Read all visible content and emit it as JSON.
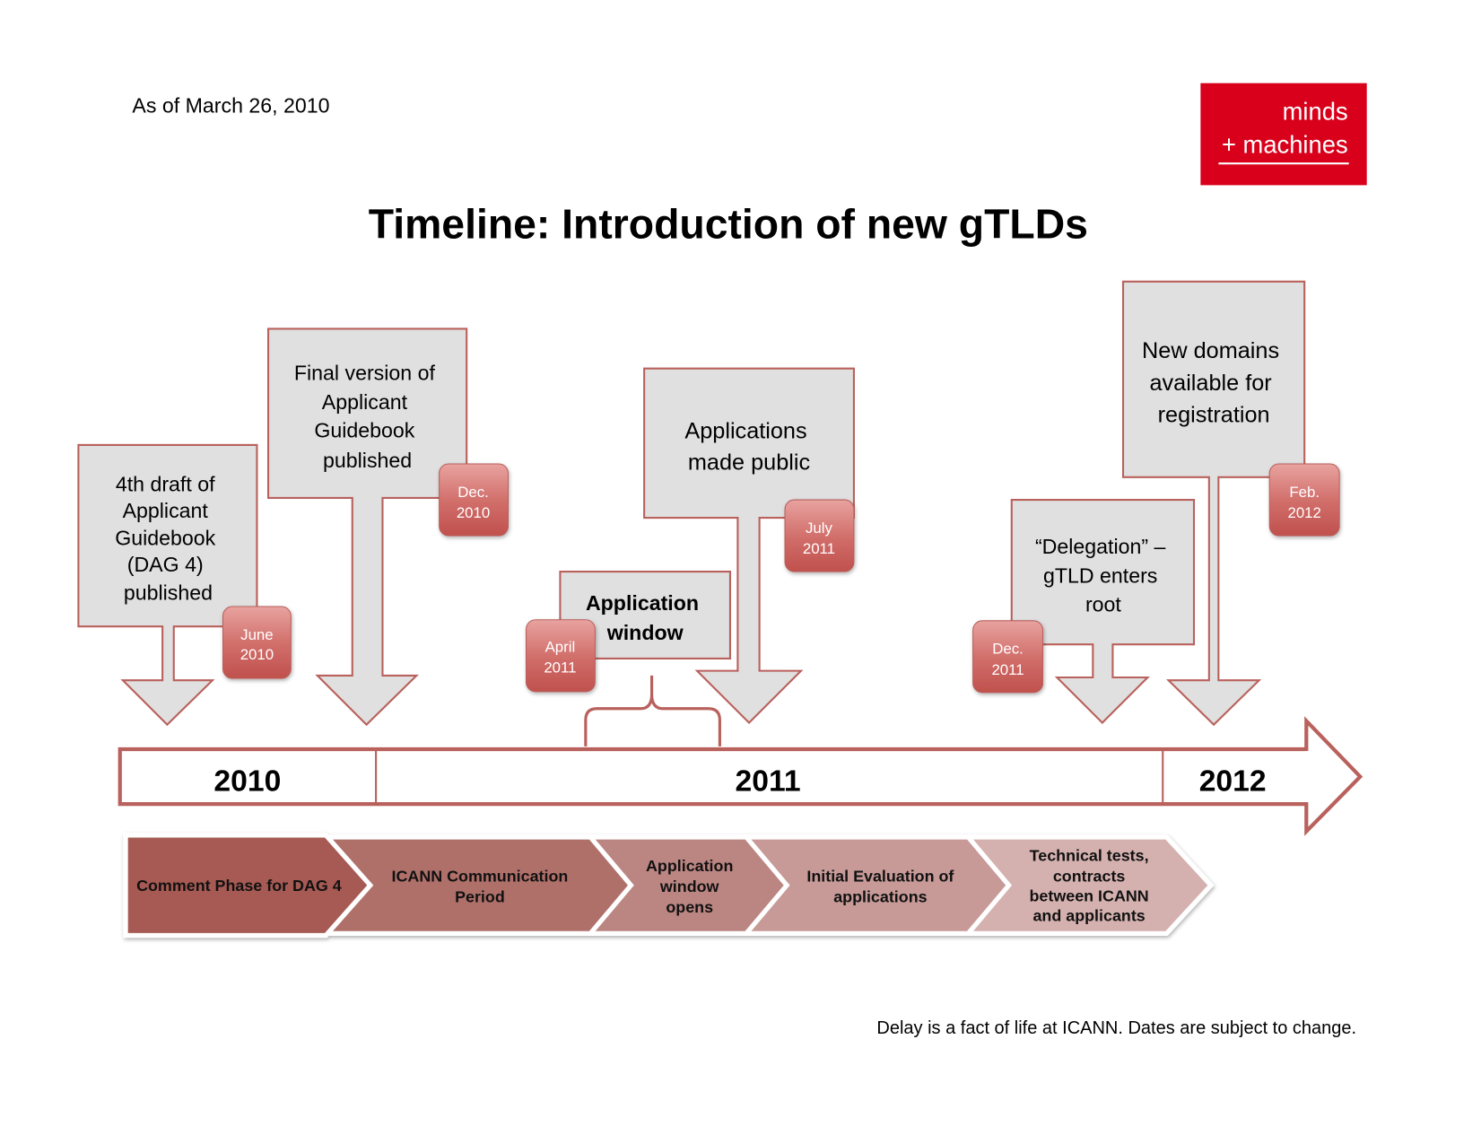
{
  "as_of": "As of March 26, 2010",
  "logo": {
    "line1": "minds",
    "line2": "+ machines",
    "color": "#d9001b"
  },
  "title": "Timeline: Introduction of new gTLDs",
  "callouts": [
    {
      "lines": [
        "4th draft of",
        "Applicant",
        "Guidebook",
        "(DAG 4)",
        "published"
      ],
      "date": [
        "June",
        "2010"
      ]
    },
    {
      "lines": [
        "Final version of",
        "Applicant",
        "Guidebook",
        "published"
      ],
      "date": [
        "Dec.",
        "2010"
      ]
    },
    {
      "lines": [
        "Application",
        "window"
      ],
      "date": [
        "April",
        "2011"
      ]
    },
    {
      "lines": [
        "Applications",
        "made public"
      ],
      "date": [
        "July",
        "2011"
      ]
    },
    {
      "lines": [
        "“Delegation” –",
        "gTLD enters",
        "root"
      ],
      "date": [
        "Dec.",
        "2011"
      ]
    },
    {
      "lines": [
        "New domains",
        "available for",
        "registration"
      ],
      "date": [
        "Feb.",
        "2012"
      ]
    }
  ],
  "years": [
    "2010",
    "2011",
    "2012"
  ],
  "phases": [
    {
      "lines": [
        "Comment Phase for DAG 4"
      ],
      "color": "#a65a52"
    },
    {
      "lines": [
        "ICANN Communication",
        "Period"
      ],
      "color": "#b0706b"
    },
    {
      "lines": [
        "Application",
        "window",
        "opens"
      ],
      "color": "#bb8582"
    },
    {
      "lines": [
        "Initial Evaluation of",
        "applications"
      ],
      "color": "#c79a98"
    },
    {
      "lines": [
        "Technical tests,",
        "contracts",
        "between ICANN",
        "and applicants"
      ],
      "color": "#d4b1af"
    }
  ],
  "footer": "Delay is a fact of life at ICANN.  Dates are subject to change.",
  "colors": {
    "box_fill": "#e0e0e0",
    "outline": "#b9615c",
    "badge": "#cf5e5b"
  }
}
